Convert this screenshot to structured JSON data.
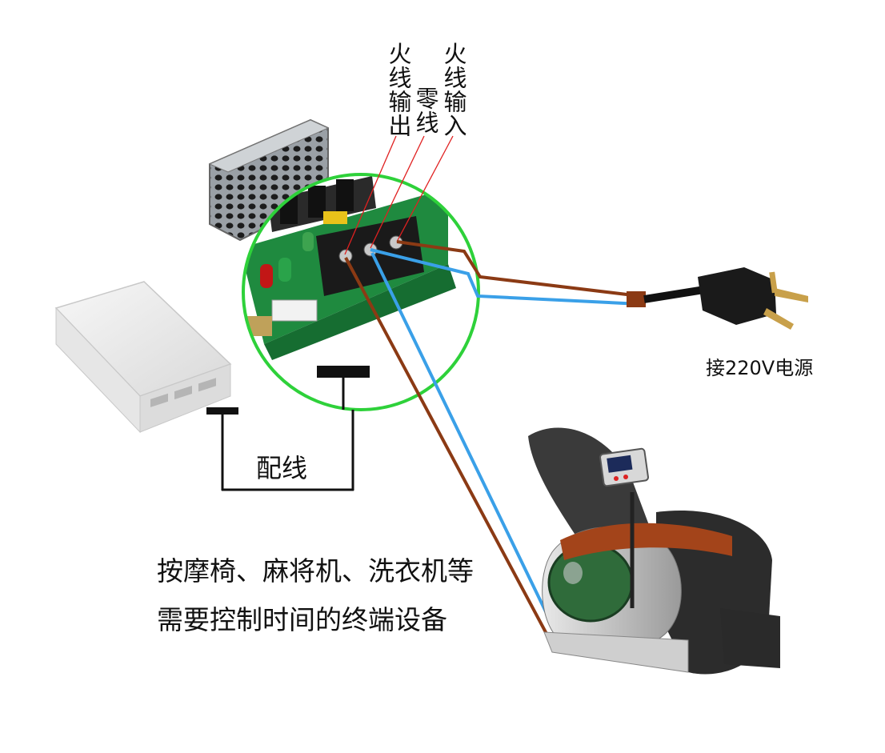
{
  "labels": {
    "live_output": "火线输出",
    "neutral": "零线",
    "live_input": "火线输入",
    "power_source": "接220V电源",
    "wiring": "配线",
    "devices_line1": "按摩椅、麻将机、洗衣机等",
    "devices_line2": "需要控制时间的终端设备"
  },
  "colors": {
    "brown_wire": "#8b3a14",
    "blue_wire": "#3aa0e8",
    "green_circle": "#2ed13a",
    "annotation_line": "#e02020"
  }
}
